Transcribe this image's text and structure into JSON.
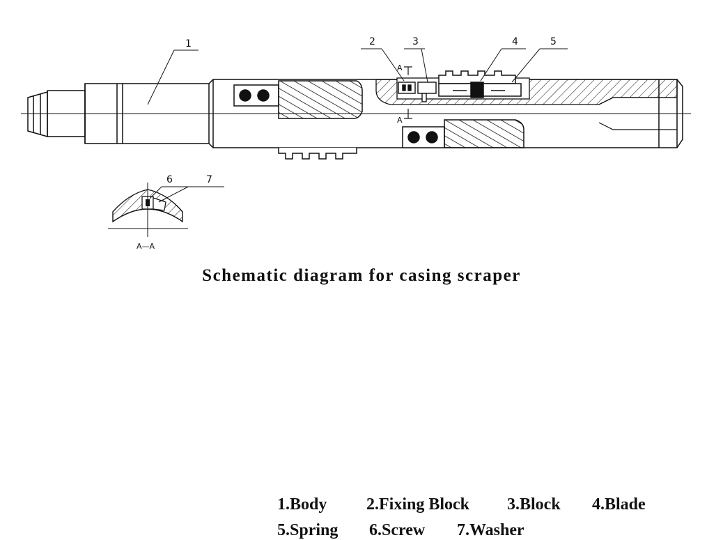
{
  "callouts": [
    "1",
    "2",
    "3",
    "4",
    "5",
    "6",
    "7"
  ],
  "section_labels": {
    "cut_top": "A",
    "cut_bottom": "A",
    "section_view": "A—A"
  },
  "legend": [
    "1.Body",
    "2.Fixing Block",
    "3.Block",
    "4.Blade",
    "5.Spring",
    "6.Screw",
    "7.Washer"
  ],
  "caption": "Schematic diagram for casing scraper"
}
